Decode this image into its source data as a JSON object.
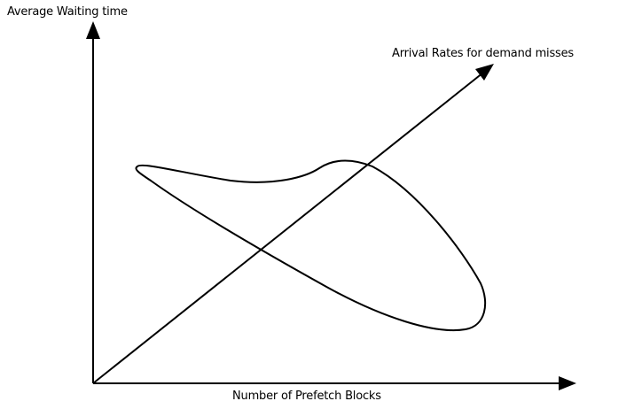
{
  "diagram": {
    "y_axis_label": "Average Waiting time",
    "z_axis_label": "Arrival Rates for demand misses",
    "x_axis_label": "Number of Prefetch Blocks"
  }
}
